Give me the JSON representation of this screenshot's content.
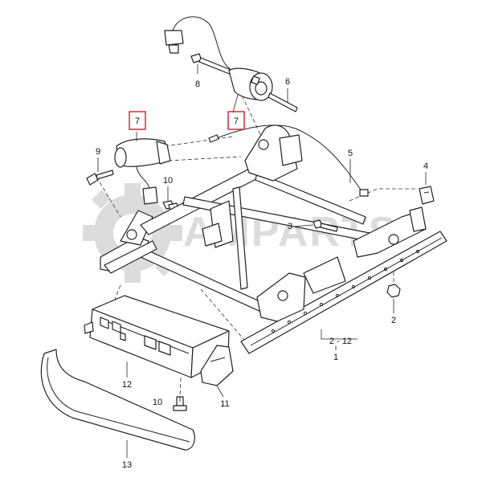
{
  "callouts": [
    {
      "id": "c8",
      "text": "8"
    },
    {
      "id": "c6",
      "text": "6"
    },
    {
      "id": "c7a",
      "text": "7",
      "highlight": true
    },
    {
      "id": "c7b",
      "text": "7",
      "highlight": true
    },
    {
      "id": "c9",
      "text": "9"
    },
    {
      "id": "c10a",
      "text": "10"
    },
    {
      "id": "c5",
      "text": "5"
    },
    {
      "id": "c4",
      "text": "4"
    },
    {
      "id": "c3",
      "text": "3"
    },
    {
      "id": "c2",
      "text": "2"
    },
    {
      "id": "c212",
      "text": "2 - 12"
    },
    {
      "id": "c1",
      "text": "1"
    },
    {
      "id": "c12",
      "text": "12"
    },
    {
      "id": "c11",
      "text": "11"
    },
    {
      "id": "c10b",
      "text": "10"
    },
    {
      "id": "c13",
      "text": "13"
    }
  ],
  "watermark": {
    "text": "AMPARTS",
    "color": "#d9d9d9"
  },
  "highlight_color": "#d21e2a"
}
